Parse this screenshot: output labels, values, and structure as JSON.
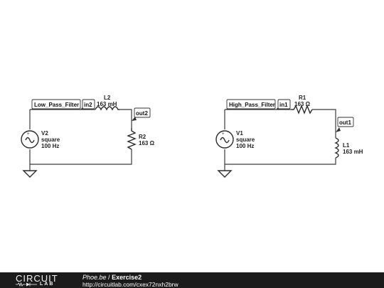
{
  "circuit_left": {
    "node_label": "Low_Pass_Filter",
    "input_node": "in2",
    "output_node": "out2",
    "source": {
      "name": "V2",
      "type": "square",
      "frequency": "100 Hz"
    },
    "series_component": {
      "name": "L2",
      "value": "163 mH"
    },
    "shunt_component": {
      "name": "R2",
      "value": "163 Ω"
    }
  },
  "circuit_right": {
    "node_label": "High_Pass_Filter",
    "input_node": "in1",
    "output_node": "out1",
    "source": {
      "name": "V1",
      "type": "square",
      "frequency": "100 Hz"
    },
    "series_component": {
      "name": "R1",
      "value": "163 Ω"
    },
    "shunt_component": {
      "name": "L1",
      "value": "163 mH"
    }
  },
  "footer": {
    "logo_main": "CIRCUIT",
    "logo_sub": "LAB",
    "user": "Phoe.be",
    "separator": "/",
    "title": "Exercise2",
    "url": "http://circuitlab.com/cxex72nxh2brw"
  },
  "colors": {
    "wire": "#3a3a3a",
    "footer_bg": "#1b1b1b",
    "background": "#ffffff"
  }
}
